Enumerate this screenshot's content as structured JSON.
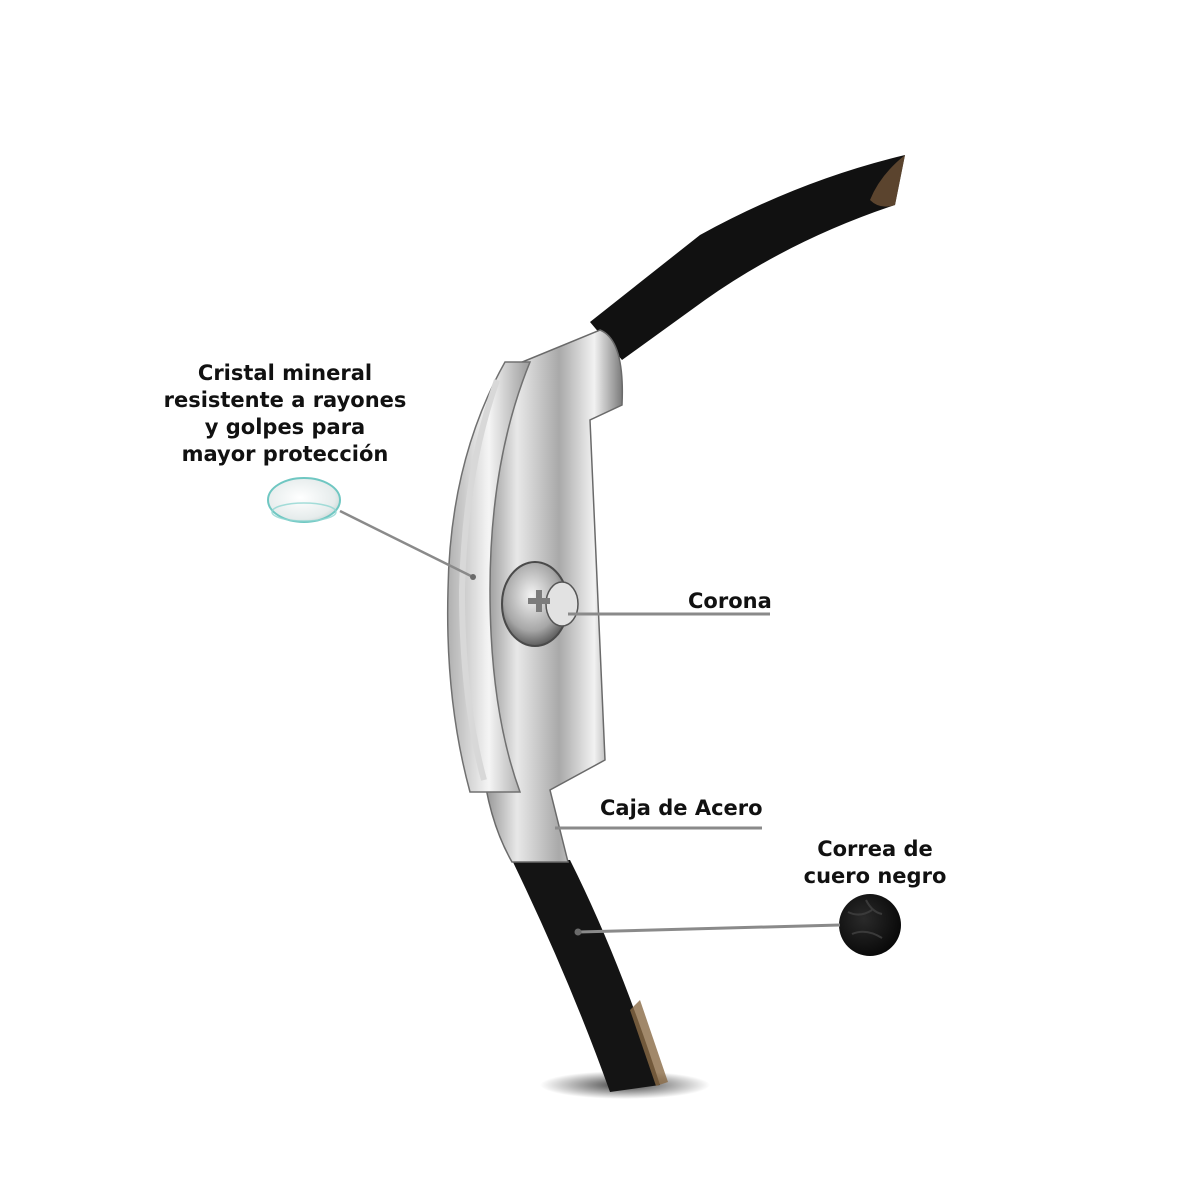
{
  "callouts": {
    "crystal": {
      "lines": [
        "Cristal mineral",
        "resistente a rayones",
        "y golpes para",
        "mayor protección"
      ],
      "icon": "crystal-lens-icon"
    },
    "crown": {
      "label": "Corona"
    },
    "case": {
      "label": "Caja de Acero"
    },
    "strap": {
      "lines": [
        "Correa de",
        "cuero negro"
      ],
      "icon": "leather-swatch-icon"
    }
  },
  "colors": {
    "background": "#ffffff",
    "text": "#111111",
    "leader_line": "#8a8a8a",
    "strap": "#111111",
    "steel": "#c9c9c9",
    "crystal_edge": "#6fc7c2"
  }
}
